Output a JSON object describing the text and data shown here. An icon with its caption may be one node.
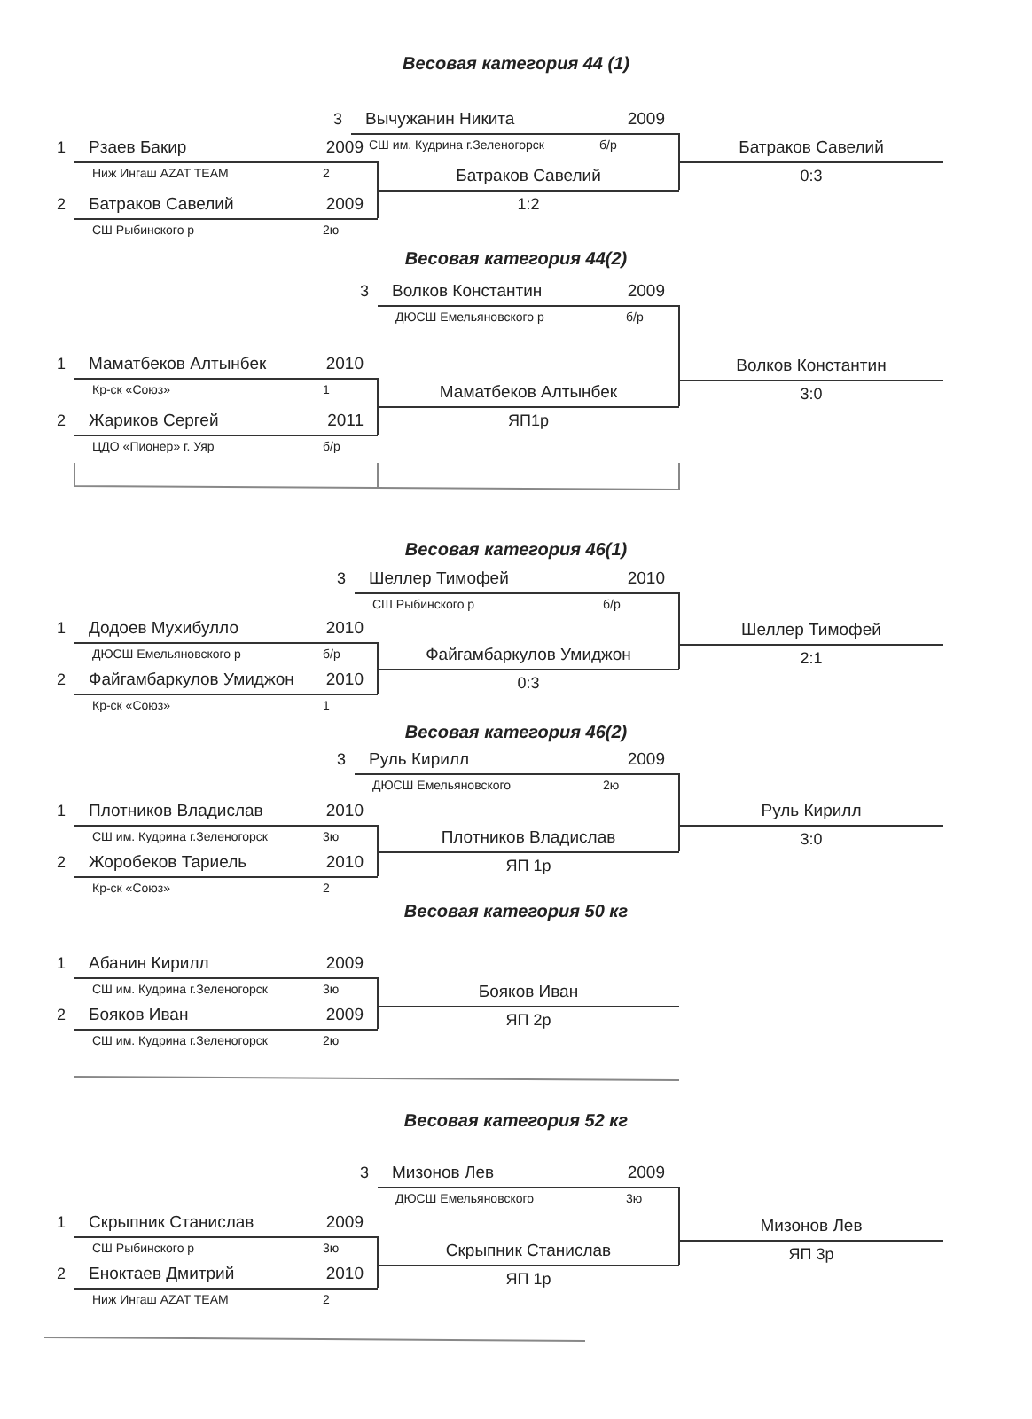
{
  "diagram": {
    "nodes": [
      {
        "text": [
          "Вычужанин Никита",
          "2009"
        ],
        "beside": [
          "3",
          "СШ им. Кудрина г.Зеленогорск",
          "б/р"
        ]
      },
      {
        "text": [
          "Рзаев Бакир",
          "2009"
        ],
        "beside": [
          "1",
          "Ниж Ингаш AZAT TEAM",
          "2"
        ]
      },
      {
        "text": [
          "Батраков Савелий",
          "2009"
        ],
        "beside": [
          "2",
          "СШ Рыбинского р",
          "2ю"
        ]
      },
      {
        "text": [
          "Батраков Савелий"
        ],
        "beside": [
          "1:2"
        ]
      },
      {
        "text": [
          "Батраков Савелий"
        ],
        "beside": [
          "0:3"
        ]
      },
      {
        "text": [
          "Волков Константин",
          "2009"
        ],
        "beside": [
          "3",
          "ДЮСШ Емельяновского р",
          "б/р"
        ]
      },
      {
        "text": [
          "Маматбеков Алтынбек",
          "2010"
        ],
        "beside": [
          "1",
          "Кр-ск «Союз»",
          "1"
        ]
      },
      {
        "text": [
          "Жариков Сергей",
          "2011"
        ],
        "beside": [
          "2",
          "ЦДО «Пионер» г. Уяр",
          "б/р"
        ]
      },
      {
        "text": [
          "Маматбеков Алтынбек"
        ],
        "beside": [
          "ЯП1р"
        ]
      },
      {
        "text": [
          "Волков Константин"
        ],
        "beside": [
          "3:0"
        ]
      },
      {
        "text": [
          "Шеллер Тимофей",
          "2010"
        ],
        "beside": [
          "3",
          "СШ Рыбинского р",
          "б/р"
        ]
      },
      {
        "text": [
          "Додоев Мухибулло",
          "2010"
        ],
        "beside": [
          "1",
          "ДЮСШ Емельяновского р",
          "б/р"
        ]
      },
      {
        "text": [
          "Файгамбаркулов Умиджон",
          "2010"
        ],
        "beside": [
          "2",
          "Кр-ск «Союз»",
          "1"
        ]
      },
      {
        "text": [
          "Файгамбаркулов Умиджон"
        ],
        "beside": [
          "0:3"
        ]
      },
      {
        "text": [
          "Шеллер Тимофей"
        ],
        "beside": [
          "2:1"
        ]
      },
      {
        "text": [
          "Руль Кирилл",
          "2009"
        ],
        "beside": [
          "3",
          "ДЮСШ Емельяновского",
          "2ю"
        ]
      },
      {
        "text": [
          "Плотников Владислав",
          "2010"
        ],
        "beside": [
          "1",
          "СШ им. Кудрина г.Зеленогорск",
          "3ю"
        ]
      },
      {
        "text": [
          "Жоробеков Тариель",
          "2010"
        ],
        "beside": [
          "2",
          "Кр-ск «Союз»",
          "2"
        ]
      },
      {
        "text": [
          "Плотников Владислав"
        ],
        "beside": [
          "ЯП 1р"
        ]
      },
      {
        "text": [
          "Руль Кирилл"
        ],
        "beside": [
          "3:0"
        ]
      },
      {
        "text": [
          "Абанин Кирилл",
          "2009"
        ],
        "beside": [
          "1",
          "СШ им. Кудрина г.Зеленогорск",
          "3ю"
        ]
      },
      {
        "text": [
          "Бояков Иван",
          "2009"
        ],
        "beside": [
          "2",
          "СШ им. Кудрина г.Зеленогорск",
          "2ю"
        ]
      },
      {
        "text": [
          "Бояков Иван"
        ],
        "beside": [
          "ЯП 2р"
        ]
      },
      {
        "text": [
          "Мизонов Лев",
          "2009"
        ],
        "beside": [
          "3",
          "ДЮСШ Емельяновского",
          "3ю"
        ]
      },
      {
        "text": [
          "Скрыпник Станислав",
          "2009"
        ],
        "beside": [
          "1",
          "СШ Рыбинского р",
          "3ю"
        ]
      },
      {
        "text": [
          "Еноктаев Дмитрий",
          "2010"
        ],
        "beside": [
          "2",
          "Ниж Ингаш AZAT TEAM",
          "2"
        ]
      },
      {
        "text": [
          "Скрыпник Станислав"
        ],
        "beside": [
          "ЯП 1р"
        ]
      },
      {
        "text": [
          "Мизонов Лев"
        ],
        "beside": [
          "ЯП 3р"
        ]
      }
    ],
    "edges": [
      {
        "from": 1,
        "to": 3,
        "arrow": "none"
      },
      {
        "from": 2,
        "to": 3,
        "arrow": "none"
      },
      {
        "from": 0,
        "to": 4,
        "arrow": "none"
      },
      {
        "from": 3,
        "to": 4,
        "arrow": "none"
      },
      {
        "from": 6,
        "to": 8,
        "arrow": "none"
      },
      {
        "from": 7,
        "to": 8,
        "arrow": "none"
      },
      {
        "from": 5,
        "to": 9,
        "arrow": "none"
      },
      {
        "from": 8,
        "to": 9,
        "arrow": "none"
      },
      {
        "from": 11,
        "to": 13,
        "arrow": "none"
      },
      {
        "from": 12,
        "to": 13,
        "arrow": "none"
      },
      {
        "from": 10,
        "to": 14,
        "arrow": "none"
      },
      {
        "from": 13,
        "to": 14,
        "arrow": "none"
      },
      {
        "from": 16,
        "to": 18,
        "arrow": "none"
      },
      {
        "from": 17,
        "to": 18,
        "arrow": "none"
      },
      {
        "from": 15,
        "to": 19,
        "arrow": "none"
      },
      {
        "from": 18,
        "to": 19,
        "arrow": "none"
      },
      {
        "from": 20,
        "to": 22,
        "arrow": "none"
      },
      {
        "from": 21,
        "to": 22,
        "arrow": "none"
      },
      {
        "from": 24,
        "to": 26,
        "arrow": "none"
      },
      {
        "from": 25,
        "to": 26,
        "arrow": "none"
      },
      {
        "from": 23,
        "to": 27,
        "arrow": "none"
      },
      {
        "from": 26,
        "to": 27,
        "arrow": "none"
      }
    ],
    "labels": [
      "Весовая категория 44 (1)",
      "Весовая категория 44(2)",
      "Весовая категория 46(1)",
      "Весовая категория 46(2)",
      "Весовая категория 50 кг",
      "Весовая категория 52 кг"
    ]
  }
}
